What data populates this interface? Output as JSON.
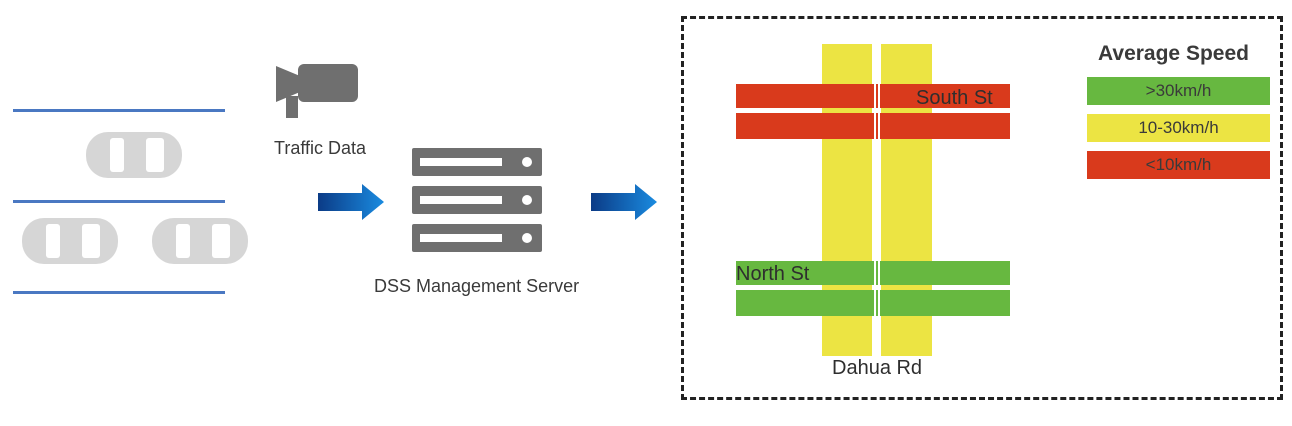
{
  "labels": {
    "traffic_data": "Traffic Data",
    "server": "DSS Management Server"
  },
  "map": {
    "streets": {
      "south": "South St",
      "north": "North St",
      "dahua": "Dahua Rd"
    },
    "legend": {
      "title": "Average Speed",
      "items": [
        {
          "label": ">30km/h",
          "color": "#67b840"
        },
        {
          "label": "10-30km/h",
          "color": "#ece443"
        },
        {
          "label": "<10km/h",
          "color": "#d93a1c"
        }
      ]
    }
  },
  "colors": {
    "lane_line": "#4a78c2",
    "arrow": "#1a7fd6",
    "icon_gray": "#6f6f6f",
    "car": "#d6d6d6",
    "south_st": "#d93a1c",
    "north_st": "#67b840",
    "dahua_rd": "#ece443"
  }
}
